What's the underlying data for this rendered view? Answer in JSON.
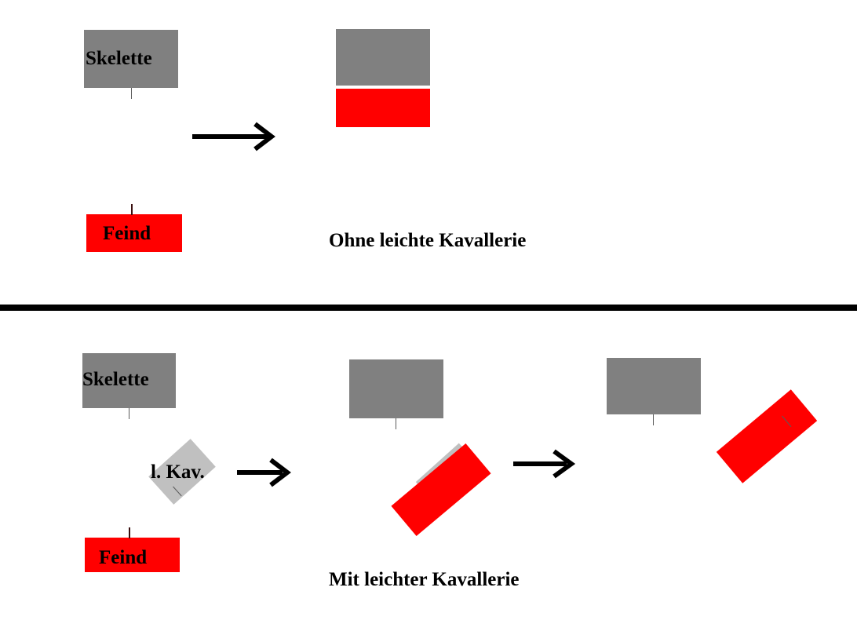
{
  "diagram": {
    "title_top": "Ohne leichte Kavallerie",
    "title_bottom": "Mit leichter Kavallerie",
    "colors": {
      "skeleton_gray": "#808080",
      "enemy_red": "#FF0000",
      "light_cavalry_gray": "#C0C0C0",
      "line_black": "#000000",
      "background": "#FFFFFF"
    },
    "top_scene": {
      "name": "Ohne leichte Kavallerie",
      "units": [
        {
          "id": "skeleton-start",
          "label": "Skelette",
          "type": "skeleton",
          "color": "#808080"
        },
        {
          "id": "enemy-start",
          "label": "Feind",
          "type": "enemy",
          "color": "#FF0000"
        },
        {
          "id": "skeleton-result",
          "label": "",
          "type": "skeleton",
          "color": "#808080"
        },
        {
          "id": "enemy-result",
          "label": "",
          "type": "enemy",
          "color": "#FF0000"
        }
      ],
      "arrows": [
        {
          "id": "arrow-top",
          "direction": "right"
        }
      ],
      "caption": "Ohne leichte Kavallerie"
    },
    "bottom_scene": {
      "name": "Mit leichter Kavallerie",
      "units": [
        {
          "id": "skeleton-start-2",
          "label": "Skelette",
          "type": "skeleton",
          "color": "#808080"
        },
        {
          "id": "light-cavalry",
          "label": "l. Kav.",
          "type": "light-cavalry",
          "color": "#C0C0C0"
        },
        {
          "id": "enemy-start-2",
          "label": "Feind",
          "type": "enemy",
          "color": "#FF0000"
        },
        {
          "id": "skeleton-mid",
          "label": "",
          "type": "skeleton",
          "color": "#808080"
        },
        {
          "id": "light-cavalry-mid",
          "label": "",
          "type": "light-cavalry",
          "color": "#C0C0C0"
        },
        {
          "id": "enemy-mid",
          "label": "",
          "type": "enemy",
          "color": "#FF0000"
        },
        {
          "id": "skeleton-end",
          "label": "",
          "type": "skeleton",
          "color": "#808080"
        },
        {
          "id": "enemy-end",
          "label": "",
          "type": "enemy",
          "color": "#FF0000"
        }
      ],
      "arrows": [
        {
          "id": "arrow-bottom-1",
          "direction": "right"
        },
        {
          "id": "arrow-bottom-2",
          "direction": "right"
        }
      ],
      "caption": "Mit leichter Kavallerie"
    },
    "labels": {
      "skeleton": "Skelette",
      "enemy": "Feind",
      "light_cavalry": "l. Kav."
    }
  }
}
